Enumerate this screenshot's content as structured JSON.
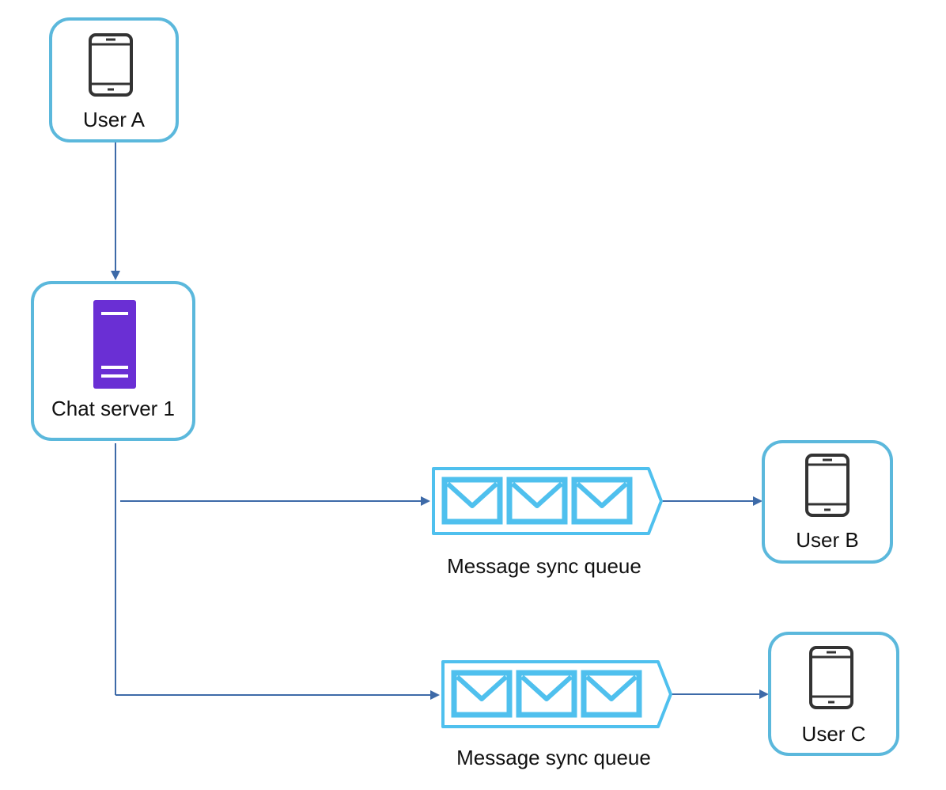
{
  "diagram": {
    "nodes": {
      "user_a": {
        "label": "User A"
      },
      "chat_server": {
        "label": "Chat server 1"
      },
      "user_b": {
        "label": "User B"
      },
      "user_c": {
        "label": "User C"
      }
    },
    "queues": [
      {
        "label": "Message sync queue"
      },
      {
        "label": "Message sync queue"
      }
    ],
    "colors": {
      "node_border": "#5bb8dc",
      "arrow": "#3d6aa8",
      "queue": "#4fc0ee",
      "server": "#6a2fd4",
      "phone": "#333333"
    },
    "icons": {
      "user_a": "mobile-phone-icon",
      "chat_server": "server-icon",
      "user_b": "mobile-phone-icon",
      "user_c": "mobile-phone-icon",
      "queue": "envelope-icon"
    }
  }
}
